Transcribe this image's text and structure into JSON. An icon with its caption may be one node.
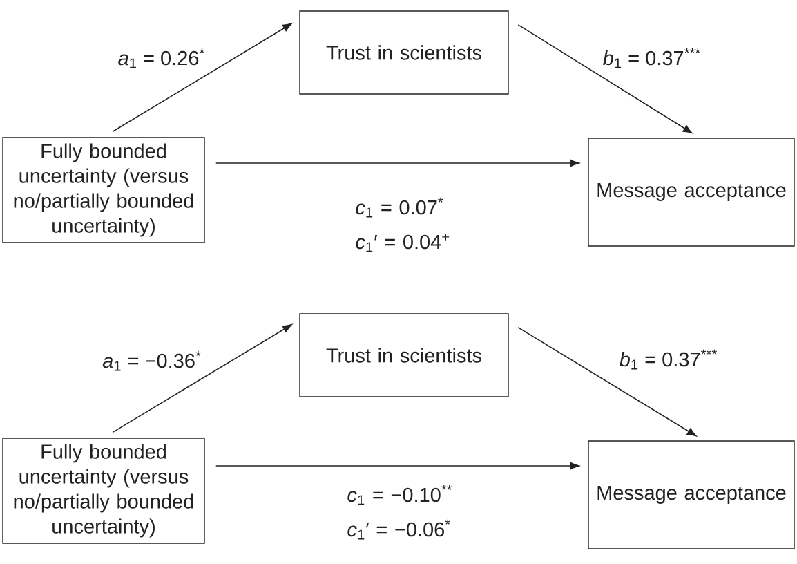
{
  "diagram": {
    "nodes": [
      {
        "text": [
          "Fully bounded uncertainty (versus no/partially bounded uncertainty)"
        ]
      },
      {
        "text": [
          "Trust in scientists"
        ]
      },
      {
        "text": [
          "Message acceptance"
        ]
      },
      {
        "text": [
          "Fully bounded uncertainty (versus no/partially bounded uncertainty)"
        ]
      },
      {
        "text": [
          "Trust in scientists"
        ]
      },
      {
        "text": [
          "Message acceptance"
        ]
      }
    ],
    "edges": [
      {
        "from": 0,
        "to": 1,
        "arrow": "to",
        "label": "*a*$_{1}$ = 0.26$^{*}$"
      },
      {
        "from": 1,
        "to": 2,
        "arrow": "to",
        "label": "*b*$_{1}$ = 0.37$^{***}$"
      },
      {
        "from": 0,
        "to": 2,
        "arrow": "to",
        "label": "*c*$_{1}$ = 0.07$^{*}$ *c*$_{1}$′ = 0.04$^{+}$"
      },
      {
        "from": 3,
        "to": 4,
        "arrow": "to",
        "label": "*a*$_{1}$ = −0.36$^{*}$"
      },
      {
        "from": 4,
        "to": 5,
        "arrow": "to",
        "label": "*b*$_{1}$ = 0.37$^{***}$"
      },
      {
        "from": 3,
        "to": 5,
        "arrow": "to",
        "label": "*c*$_{1}$ = −0.10$^{**}$ *c*$_{1}$′ = −0.06$^{*}$"
      }
    ]
  }
}
